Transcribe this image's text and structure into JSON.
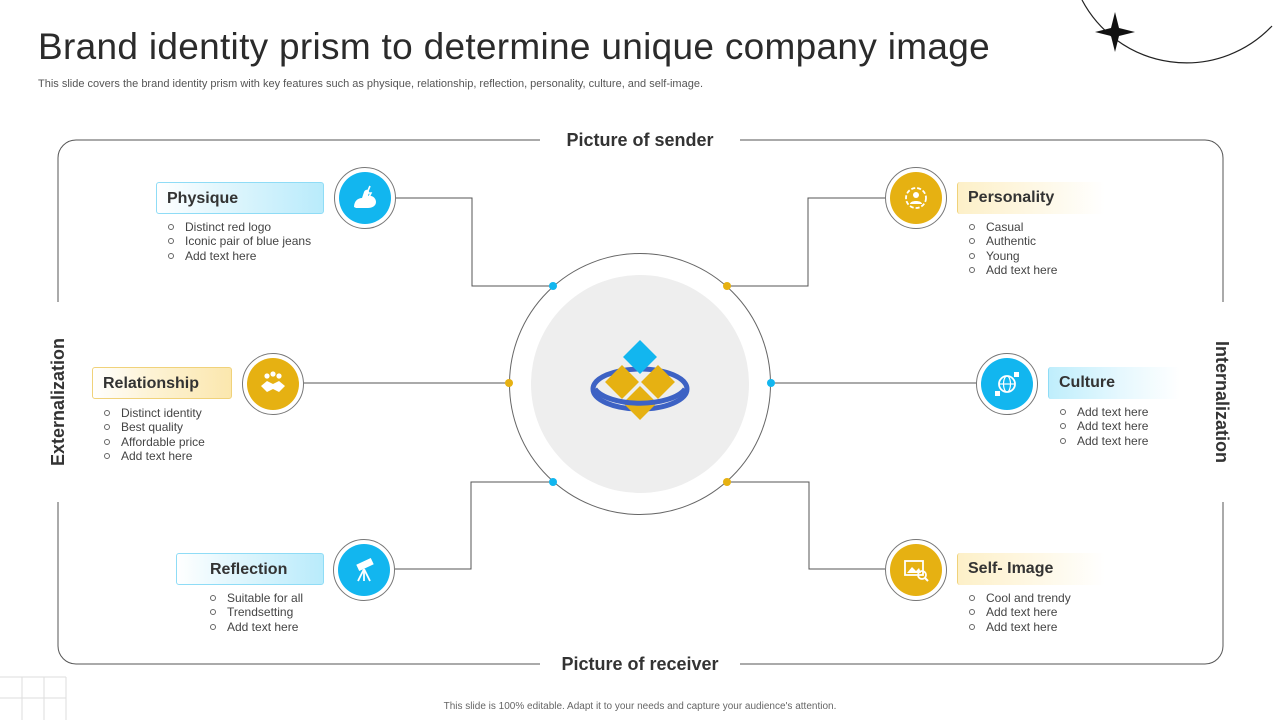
{
  "title": "Brand identity prism to determine unique company image",
  "subtitle": "This slide covers the brand identity prism with key features such as physique, relationship, reflection, personality, culture, and self-image.",
  "footer": "This slide is 100% editable. Adapt it to your needs and capture your audience's attention.",
  "axes": {
    "top": "Picture of sender",
    "bottom": "Picture of receiver",
    "left": "Externalization",
    "right": "Internalization"
  },
  "colors": {
    "blue": "#12b6ef",
    "gold": "#e6b112",
    "line": "#555555",
    "center_bg": "#eeeeee",
    "logo_ring": "#3d62c4"
  },
  "facets": {
    "physique": {
      "label": "Physique",
      "icon": "muscle-arm-icon",
      "items": [
        "Distinct red logo",
        "Iconic pair of blue jeans",
        "Add text here"
      ]
    },
    "relationship": {
      "label": "Relationship",
      "icon": "handshake-icon",
      "items": [
        "Distinct identity",
        "Best quality",
        "Affordable price",
        "Add text here"
      ]
    },
    "reflection": {
      "label": "Reflection",
      "icon": "telescope-icon",
      "items": [
        "Suitable for all",
        "Trendsetting",
        "Add text here"
      ]
    },
    "personality": {
      "label": "Personality",
      "icon": "person-gear-icon",
      "items": [
        "Casual",
        "Authentic",
        "Young",
        "Add text here"
      ]
    },
    "culture": {
      "label": "Culture",
      "icon": "globe-network-icon",
      "items": [
        "Add text here",
        "Add text here",
        "Add text here"
      ]
    },
    "self_image": {
      "label": "Self- Image",
      "icon": "image-search-icon",
      "items": [
        "Cool and trendy",
        "Add text here",
        "Add text here"
      ]
    }
  },
  "center": {
    "icon": "brand-diamond-logo-icon"
  },
  "decorations": {
    "top_right": "sparkle-star-icon"
  }
}
